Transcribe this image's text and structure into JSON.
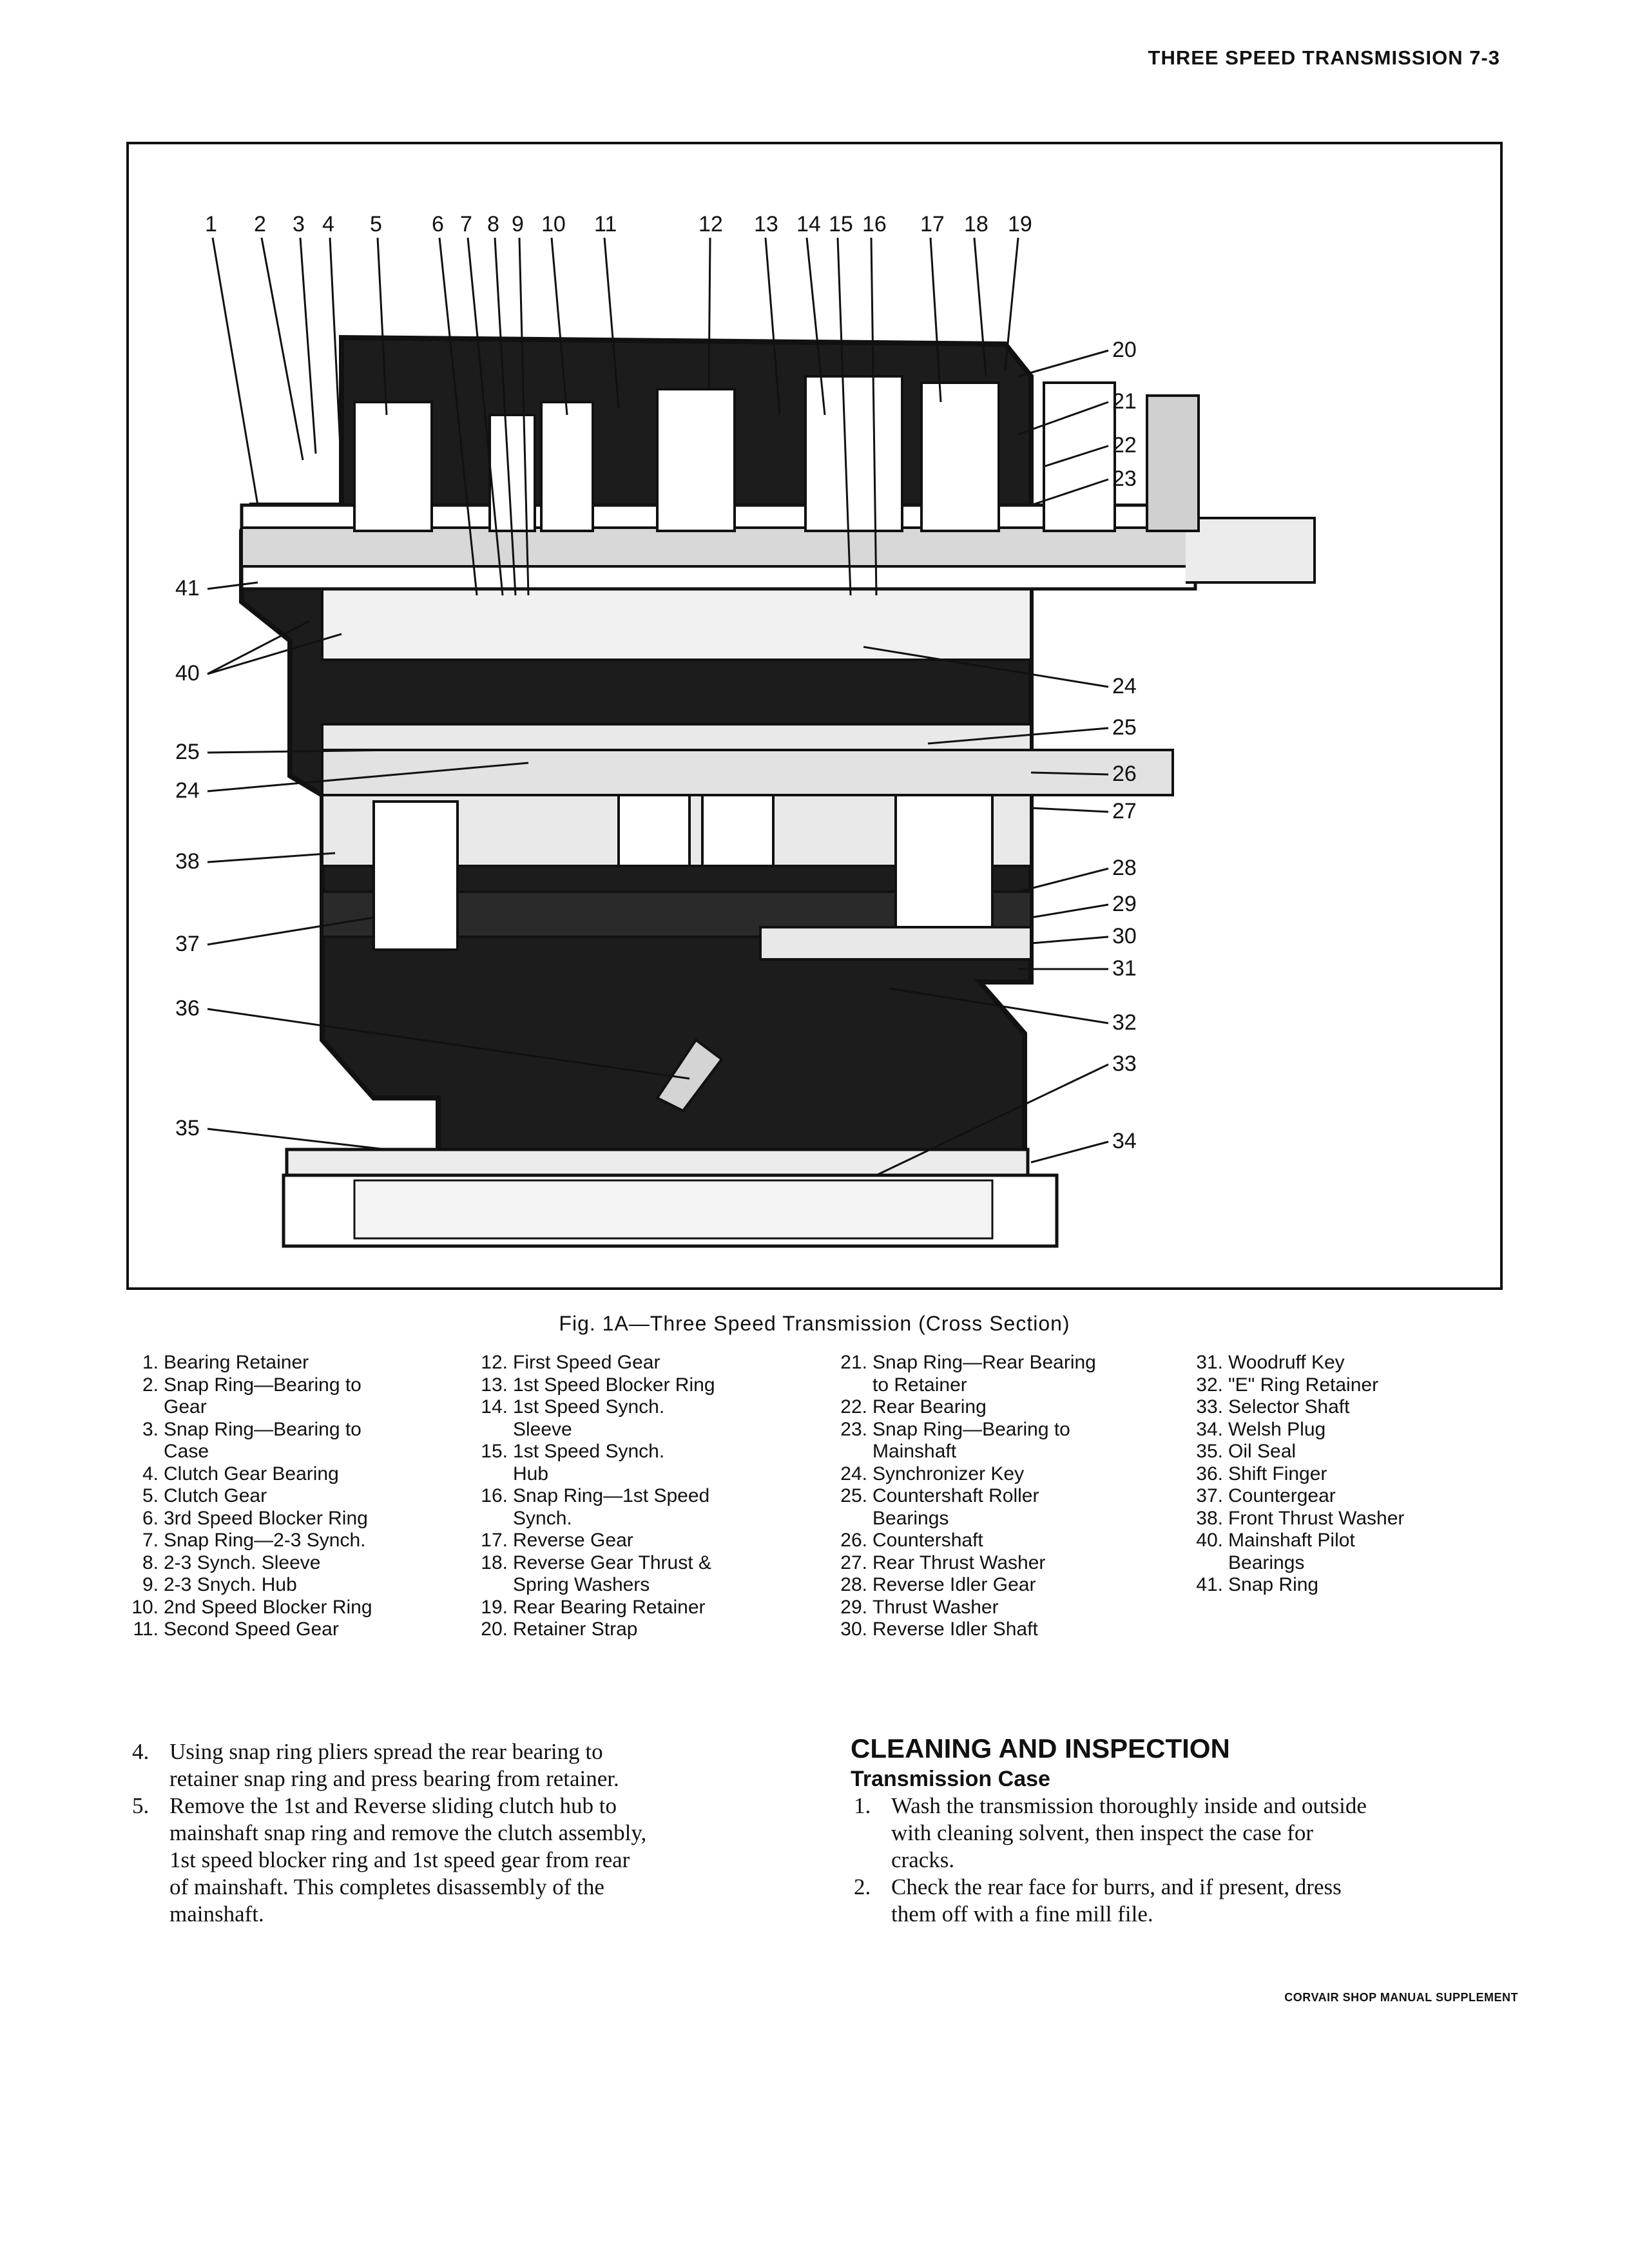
{
  "header": {
    "title": "THREE SPEED TRANSMISSION 7-3"
  },
  "figure": {
    "caption": "Fig. 1A—Three Speed Transmission (Cross Section)",
    "callouts_top": [
      "1",
      "2",
      "3",
      "4",
      "5",
      "6",
      "7",
      "8",
      "9",
      "10",
      "11",
      "12",
      "13",
      "14",
      "15",
      "16",
      "17",
      "18",
      "19"
    ],
    "callouts_right": [
      "20",
      "21",
      "22",
      "23",
      "24",
      "25",
      "26",
      "27",
      "28",
      "29",
      "30",
      "31",
      "32",
      "33",
      "34"
    ],
    "callouts_left": [
      "41",
      "40",
      "25",
      "24",
      "38",
      "37",
      "36",
      "35"
    ]
  },
  "legend": {
    "col1": [
      {
        "n": "1",
        "lines": [
          "Bearing Retainer"
        ]
      },
      {
        "n": "2",
        "lines": [
          "Snap Ring—Bearing to",
          "Gear"
        ]
      },
      {
        "n": "3",
        "lines": [
          "Snap Ring—Bearing to",
          "Case"
        ]
      },
      {
        "n": "4",
        "lines": [
          "Clutch Gear Bearing"
        ]
      },
      {
        "n": "5",
        "lines": [
          "Clutch Gear"
        ]
      },
      {
        "n": "6",
        "lines": [
          "3rd Speed Blocker Ring"
        ]
      },
      {
        "n": "7",
        "lines": [
          "Snap Ring—2-3 Synch."
        ]
      },
      {
        "n": "8",
        "lines": [
          "2-3 Synch. Sleeve"
        ]
      },
      {
        "n": "9",
        "lines": [
          "2-3 Snych. Hub"
        ]
      },
      {
        "n": "10",
        "lines": [
          "2nd Speed Blocker Ring"
        ]
      },
      {
        "n": "11",
        "lines": [
          "Second Speed Gear"
        ]
      }
    ],
    "col2": [
      {
        "n": "12",
        "lines": [
          "First Speed Gear"
        ]
      },
      {
        "n": "13",
        "lines": [
          "1st Speed Blocker Ring"
        ]
      },
      {
        "n": "14",
        "lines": [
          "1st Speed Synch.",
          "Sleeve"
        ]
      },
      {
        "n": "15",
        "lines": [
          "1st Speed Synch.",
          "Hub"
        ]
      },
      {
        "n": "16",
        "lines": [
          "Snap Ring—1st Speed",
          "Synch."
        ]
      },
      {
        "n": "17",
        "lines": [
          "Reverse Gear"
        ]
      },
      {
        "n": "18",
        "lines": [
          "Reverse Gear Thrust &",
          "Spring Washers"
        ]
      },
      {
        "n": "19",
        "lines": [
          "Rear Bearing Retainer"
        ]
      },
      {
        "n": "20",
        "lines": [
          "Retainer Strap"
        ]
      }
    ],
    "col3": [
      {
        "n": "21",
        "lines": [
          "Snap Ring—Rear Bearing",
          "to Retainer"
        ]
      },
      {
        "n": "22",
        "lines": [
          "Rear Bearing"
        ]
      },
      {
        "n": "23",
        "lines": [
          "Snap Ring—Bearing to",
          "Mainshaft"
        ]
      },
      {
        "n": "24",
        "lines": [
          "Synchronizer Key"
        ]
      },
      {
        "n": "25",
        "lines": [
          "Countershaft Roller",
          "Bearings"
        ]
      },
      {
        "n": "26",
        "lines": [
          "Countershaft"
        ]
      },
      {
        "n": "27",
        "lines": [
          "Rear Thrust Washer"
        ]
      },
      {
        "n": "28",
        "lines": [
          "Reverse Idler Gear"
        ]
      },
      {
        "n": "29",
        "lines": [
          "Thrust Washer"
        ]
      },
      {
        "n": "30",
        "lines": [
          "Reverse Idler Shaft"
        ]
      }
    ],
    "col4": [
      {
        "n": "31",
        "lines": [
          "Woodruff Key"
        ]
      },
      {
        "n": "32",
        "lines": [
          "\"E\" Ring Retainer"
        ]
      },
      {
        "n": "33",
        "lines": [
          "Selector Shaft"
        ]
      },
      {
        "n": "34",
        "lines": [
          "Welsh Plug"
        ]
      },
      {
        "n": "35",
        "lines": [
          "Oil Seal"
        ]
      },
      {
        "n": "36",
        "lines": [
          "Shift Finger"
        ]
      },
      {
        "n": "37",
        "lines": [
          "Countergear"
        ]
      },
      {
        "n": "38",
        "lines": [
          "Front Thrust Washer"
        ]
      },
      {
        "n": "40",
        "lines": [
          "Mainshaft Pilot",
          "Bearings"
        ]
      },
      {
        "n": "41",
        "lines": [
          "Snap Ring"
        ]
      }
    ]
  },
  "procedure_left": [
    {
      "n": "4",
      "lines": [
        "Using snap ring pliers spread the rear bearing to",
        "retainer snap ring and press bearing from retainer."
      ]
    },
    {
      "n": "5",
      "lines": [
        "Remove the 1st and Reverse sliding clutch hub to",
        "mainshaft snap ring and remove the clutch assembly,",
        "1st speed blocker ring and 1st speed gear from rear",
        "of mainshaft. This completes disassembly of the",
        "mainshaft."
      ]
    }
  ],
  "cleaning": {
    "title": "CLEANING AND INSPECTION",
    "subtitle": "Transmission Case",
    "steps": [
      {
        "n": "1",
        "lines": [
          "Wash the transmission thoroughly inside and outside",
          "with cleaning solvent, then inspect the case for",
          "cracks."
        ]
      },
      {
        "n": "2",
        "lines": [
          "Check the rear face for burrs, and if present, dress",
          "them off with a fine mill file."
        ]
      }
    ]
  },
  "footer": {
    "text": "CORVAIR SHOP MANUAL SUPPLEMENT"
  }
}
